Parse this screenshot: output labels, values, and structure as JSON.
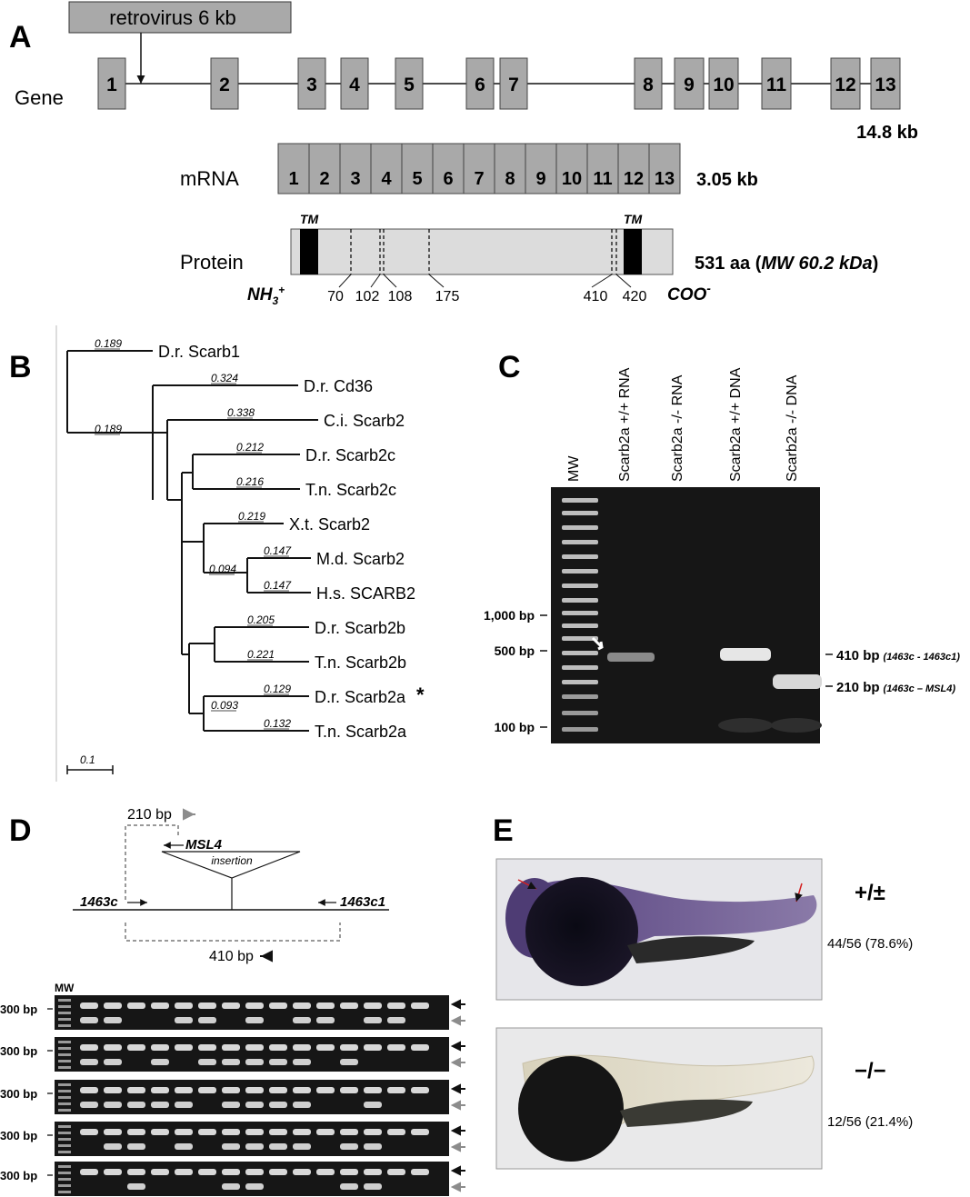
{
  "panels": {
    "a": "A",
    "b": "B",
    "c": "C",
    "d": "D",
    "e": "E"
  },
  "panel_a": {
    "retrovirus_label": "retrovirus 6 kb",
    "gene_label": "Gene",
    "gene_size": "14.8 kb",
    "exons": [
      "1",
      "2",
      "3",
      "4",
      "5",
      "6",
      "7",
      "8",
      "9",
      "10",
      "11",
      "12",
      "13"
    ],
    "mrna_label": "mRNA",
    "mrna_size": "3.05 kb",
    "protein_label": "Protein",
    "tm_label": "TM",
    "protein_size": "531 aa",
    "protein_mw": "MW 60.2 kDa",
    "n_term": "NH",
    "n_term_sub": "3",
    "n_term_sup": "+",
    "c_term": "COO",
    "c_term_sup": "-",
    "positions": [
      "70",
      "102",
      "108",
      "175",
      "410",
      "420"
    ]
  },
  "panel_b": {
    "taxa": [
      "D.r. Scarb1",
      "D.r. Cd36",
      "C.i. Scarb2",
      "D.r. Scarb2c",
      "T.n. Scarb2c",
      "X.t. Scarb2",
      "M.d. Scarb2",
      "H.s. SCARB2",
      "D.r. Scarb2b",
      "T.n. Scarb2b",
      "D.r. Scarb2a",
      "T.n. Scarb2a"
    ],
    "asterisk": "*",
    "branch_lengths": [
      "0.189",
      "0.189",
      "0.324",
      "0.338",
      "0.212",
      "0.216",
      "0.219",
      "0.094",
      "0.147",
      "0.147",
      "0.205",
      "0.221",
      "0.129",
      "0.093",
      "0.132"
    ],
    "scale": "0.1"
  },
  "panel_c": {
    "lanes": [
      "MW",
      "Scarb2a +/+ RNA",
      "Scarb2a -/-  RNA",
      "Scarb2a +/+ DNA",
      "Scarb2a -/-  DNA"
    ],
    "ladder": [
      "1,000 bp",
      "500 bp",
      "100 bp"
    ],
    "band1_size": "410 bp",
    "band1_primers": "(1463c - 1463c1)",
    "band2_size": "210 bp",
    "band2_primers": "(1463c – MSL4)"
  },
  "panel_d": {
    "label_210": "210 bp",
    "msl4": "MSL4",
    "insertion": "insertion",
    "primer_f": "1463c",
    "primer_r": "1463c1",
    "label_410": "410 bp",
    "mw": "MW",
    "row_label": "300 bp",
    "rows": [
      [
        [
          1,
          1
        ],
        [
          1,
          1
        ],
        [
          1,
          0
        ],
        [
          1,
          0
        ],
        [
          1,
          1
        ],
        [
          1,
          1
        ],
        [
          1,
          0
        ],
        [
          1,
          1
        ],
        [
          1,
          0
        ],
        [
          1,
          1
        ],
        [
          1,
          1
        ],
        [
          1,
          0
        ],
        [
          1,
          1
        ],
        [
          1,
          1
        ],
        [
          1,
          0
        ]
      ],
      [
        [
          1,
          1
        ],
        [
          1,
          1
        ],
        [
          1,
          0
        ],
        [
          1,
          1
        ],
        [
          1,
          0
        ],
        [
          1,
          1
        ],
        [
          1,
          1
        ],
        [
          1,
          1
        ],
        [
          1,
          1
        ],
        [
          1,
          1
        ],
        [
          1,
          0
        ],
        [
          1,
          1
        ],
        [
          1,
          0
        ],
        [
          1,
          0
        ],
        [
          1,
          0
        ]
      ],
      [
        [
          1,
          1
        ],
        [
          1,
          1
        ],
        [
          1,
          1
        ],
        [
          1,
          1
        ],
        [
          1,
          1
        ],
        [
          1,
          0
        ],
        [
          1,
          1
        ],
        [
          1,
          1
        ],
        [
          1,
          1
        ],
        [
          1,
          1
        ],
        [
          1,
          0
        ],
        [
          1,
          0
        ],
        [
          1,
          1
        ],
        [
          1,
          0
        ],
        [
          1,
          0
        ]
      ],
      [
        [
          1,
          0
        ],
        [
          1,
          1
        ],
        [
          1,
          1
        ],
        [
          1,
          0
        ],
        [
          1,
          1
        ],
        [
          1,
          0
        ],
        [
          1,
          1
        ],
        [
          1,
          1
        ],
        [
          1,
          1
        ],
        [
          1,
          1
        ],
        [
          1,
          0
        ],
        [
          1,
          1
        ],
        [
          1,
          1
        ],
        [
          1,
          0
        ],
        [
          1,
          0
        ]
      ],
      [
        [
          1,
          0
        ],
        [
          1,
          0
        ],
        [
          1,
          1
        ],
        [
          1,
          0
        ],
        [
          1,
          0
        ],
        [
          1,
          0
        ],
        [
          1,
          1
        ],
        [
          1,
          1
        ],
        [
          1,
          0
        ],
        [
          1,
          0
        ],
        [
          1,
          0
        ],
        [
          1,
          1
        ],
        [
          1,
          1
        ],
        [
          1,
          0
        ],
        [
          1,
          0
        ]
      ]
    ]
  },
  "panel_e": {
    "geno1": "+/±",
    "ratio1": "44/56 (78.6%)",
    "geno2": "−/−",
    "ratio2": "12/56 (21.4%)"
  },
  "colors": {
    "exon_fill": "#a9a9a9",
    "protein_fill": "#dcdcdc",
    "gel_bg": "#161616",
    "embryo_stain": "#6a5590",
    "arrow_red": "#d42020",
    "arrow_gray": "#8c8c8c"
  }
}
